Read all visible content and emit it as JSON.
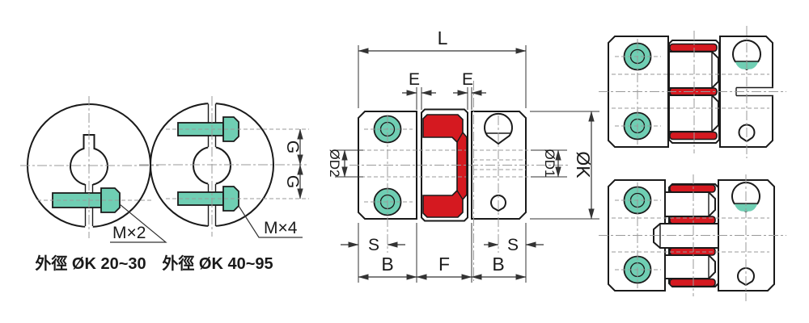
{
  "drawing": {
    "captions": {
      "small": "外徑 ØK 20~30",
      "large": "外徑 ØK 40~95"
    },
    "labels": {
      "screws_small": "M×2",
      "screws_large": "M×4"
    },
    "dimensions": {
      "length": "L",
      "gap_left": "E",
      "gap_right": "E",
      "bore2": "ØD2",
      "bore1": "ØD1",
      "outer_dia": "ØK",
      "screw_left": "S",
      "screw_right": "S",
      "hub_left": "B",
      "middle": "F",
      "hub_right": "B",
      "g_top": "G",
      "g_bottom": "G"
    },
    "colors": {
      "screw_green": "#6FCEB3",
      "elastomer_red": "#D51920",
      "outline": "#1a1a1a",
      "centerline": "#9a9a9a",
      "dimension": "#333333"
    }
  }
}
